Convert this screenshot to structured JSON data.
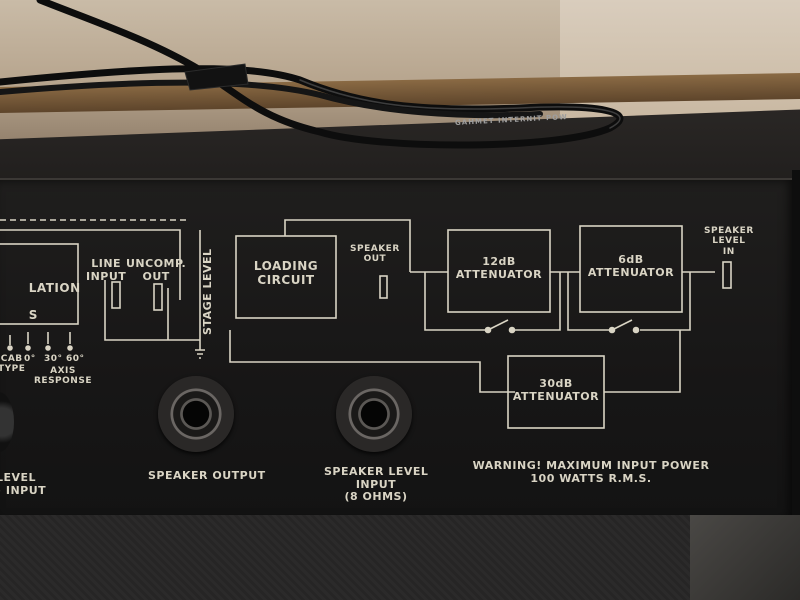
{
  "panel": {
    "simulation_label_line1": "LATION",
    "simulation_label_line2": "S",
    "line_input": "LINE\nINPUT",
    "uncomp_out": "UNCOMP.\nOUT",
    "stage_level": "STAGE LEVEL",
    "loading_circuit": "LOADING\nCIRCUIT",
    "speaker_out": "SPEAKER\nOUT",
    "att_12db": "12dB\nATTENUATOR",
    "att_6db": "6dB\nATTENUATOR",
    "att_30db": "30dB\nATTENUATOR",
    "speaker_level_in": "SPEAKER\nLEVEL\nIN",
    "cab_type": "CAB\nTYPE",
    "deg_0": "0°",
    "deg_30": "30°",
    "deg_60": "60°",
    "axis_response": "AXIS\nRESPONSE",
    "level_input_partial": "LEVEL\n) INPUT",
    "speaker_output": "SPEAKER OUTPUT",
    "speaker_level_input": "SPEAKER LEVEL\nINPUT\n(8 OHMS)",
    "warning": "WARNING! MAXIMUM INPUT POWER\n100 WATTS R.M.S."
  },
  "cable_print": "GAHMET   INTERNIT   POW"
}
